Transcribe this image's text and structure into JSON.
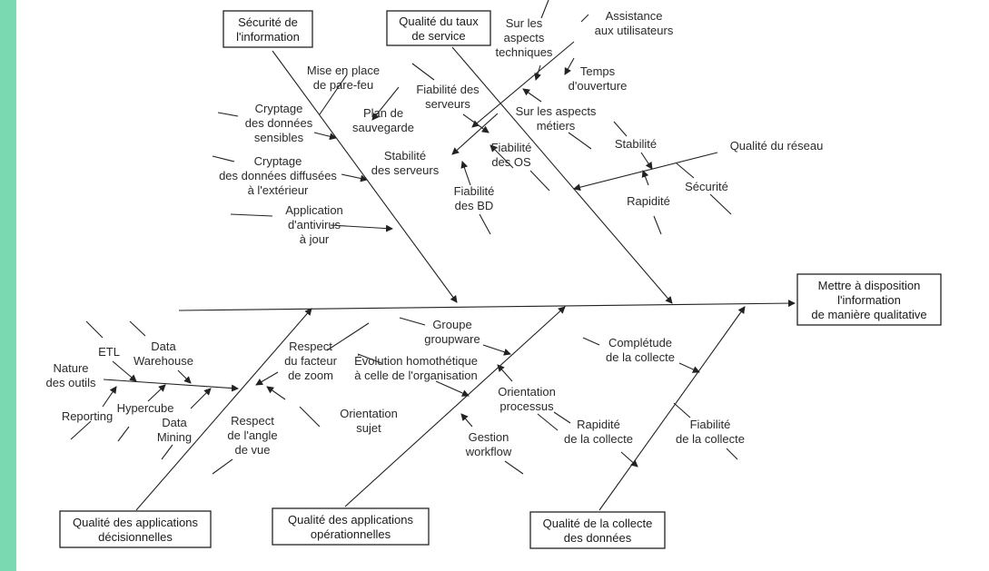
{
  "colors": {
    "left_band": "#7ad9b0",
    "ink": "#222222"
  },
  "effect": "Mettre à disposition l'information de manière qualitative",
  "categories": {
    "securite": {
      "label": "Sécurité de l'information",
      "lines": [
        "Sécurité de",
        "l'information"
      ]
    },
    "taux_service": {
      "label": "Qualité du taux de service",
      "lines": [
        "Qualité du taux",
        "de service"
      ]
    },
    "decisionnelles": {
      "label": "Qualité des applications décisionnelles",
      "lines": [
        "Qualité des applications",
        "décisionnelles"
      ]
    },
    "operationnelles": {
      "label": "Qualité des applications opérationnelles",
      "lines": [
        "Qualité des applications",
        "opérationnelles"
      ]
    },
    "collecte": {
      "label": "Qualité de la collecte des données",
      "lines": [
        "Qualité de la collecte",
        "des données"
      ]
    }
  },
  "effect_lines": [
    "Mettre à disposition",
    "l'information",
    "de manière qualitative"
  ],
  "causes": {
    "mise_en_place": [
      "Mise en place",
      "de pare-feu"
    ],
    "plan_sauvegarde": [
      "Plan de",
      "sauvegarde"
    ],
    "cryptage_sensibles": [
      "Cryptage",
      "des données",
      "sensibles"
    ],
    "cryptage_diffusees": [
      "Cryptage",
      "des données diffusées",
      "à l'extérieur"
    ],
    "antivirus": [
      "Application",
      "d'antivirus",
      "à jour"
    ],
    "stabilite_serveurs": [
      "Stabilité",
      "des serveurs"
    ],
    "fiabilite_serveurs": [
      "Fiabilité des",
      "serveurs"
    ],
    "fiabilite_os": [
      "Fiabilité",
      "des OS"
    ],
    "fiabilite_bd": [
      "Fiabilité",
      "des BD"
    ],
    "sur_aspects_techniques": [
      "Sur les",
      "aspects",
      "techniques"
    ],
    "sur_aspects_metiers": [
      "Sur les aspects",
      "métiers"
    ],
    "assistance": [
      "Assistance",
      "aux utilisateurs"
    ],
    "temps_ouverture": [
      "Temps",
      "d'ouverture"
    ],
    "qualite_reseau": [
      "Qualité du réseau"
    ],
    "stabilite": [
      "Stabilité"
    ],
    "rapidite": [
      "Rapidité"
    ],
    "securite_reseau": [
      "Sécurité"
    ],
    "etl": [
      "ETL"
    ],
    "data_warehouse": [
      "Data",
      "Warehouse"
    ],
    "nature_outils": [
      "Nature",
      "des outils"
    ],
    "reporting": [
      "Reporting"
    ],
    "hypercube": [
      "Hypercube"
    ],
    "data_mining": [
      "Data",
      "Mining"
    ],
    "respect_zoom": [
      "Respect",
      "du facteur",
      "de zoom"
    ],
    "respect_angle": [
      "Respect",
      "de l'angle",
      "de vue"
    ],
    "orientation_sujet": [
      "Orientation",
      "sujet"
    ],
    "groupe_groupware": [
      "Groupe",
      "groupware"
    ],
    "evolution": [
      "Évolution homothétique",
      "à celle de l'organisation"
    ],
    "orientation_processus": [
      "Orientation",
      "processus"
    ],
    "gestion_workflow": [
      "Gestion",
      "workflow"
    ],
    "completude": [
      "Complétude",
      "de la collecte"
    ],
    "rapidite_collecte": [
      "Rapidité",
      "de la collecte"
    ],
    "fiabilite_collecte": [
      "Fiabilité",
      "de la collecte"
    ]
  }
}
